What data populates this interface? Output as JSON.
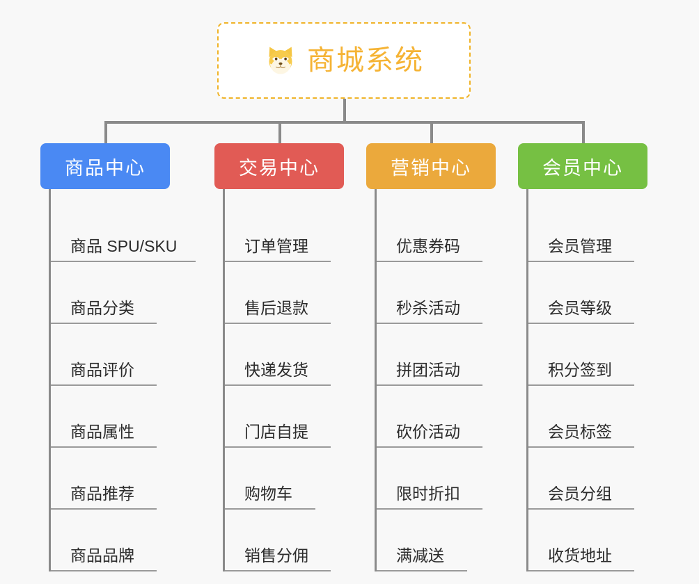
{
  "diagram": {
    "type": "org-chart",
    "background_color": "#f8f8f8",
    "root": {
      "title": "商城系统",
      "icon": "shiba-dog-face-icon",
      "text_color": "#f5b334",
      "border_color": "#f0b429",
      "fill_color": "#ffffff"
    },
    "connector_color": "#8a8a8a",
    "branches": [
      {
        "label": "商品中心",
        "color": "#4a89f3",
        "items": [
          "商品 SPU/SKU",
          "商品分类",
          "商品评价",
          "商品属性",
          "商品推荐",
          "商品品牌"
        ]
      },
      {
        "label": "交易中心",
        "color": "#e15b55",
        "items": [
          "订单管理",
          "售后退款",
          "快递发货",
          "门店自提",
          "购物车",
          "销售分佣"
        ]
      },
      {
        "label": "营销中心",
        "color": "#eba93c",
        "items": [
          "优惠券码",
          "秒杀活动",
          "拼团活动",
          "砍价活动",
          "限时折扣",
          "满减送"
        ]
      },
      {
        "label": "会员中心",
        "color": "#76c043",
        "items": [
          "会员管理",
          "会员等级",
          "积分签到",
          "会员标签",
          "会员分组",
          "收货地址"
        ]
      }
    ]
  }
}
